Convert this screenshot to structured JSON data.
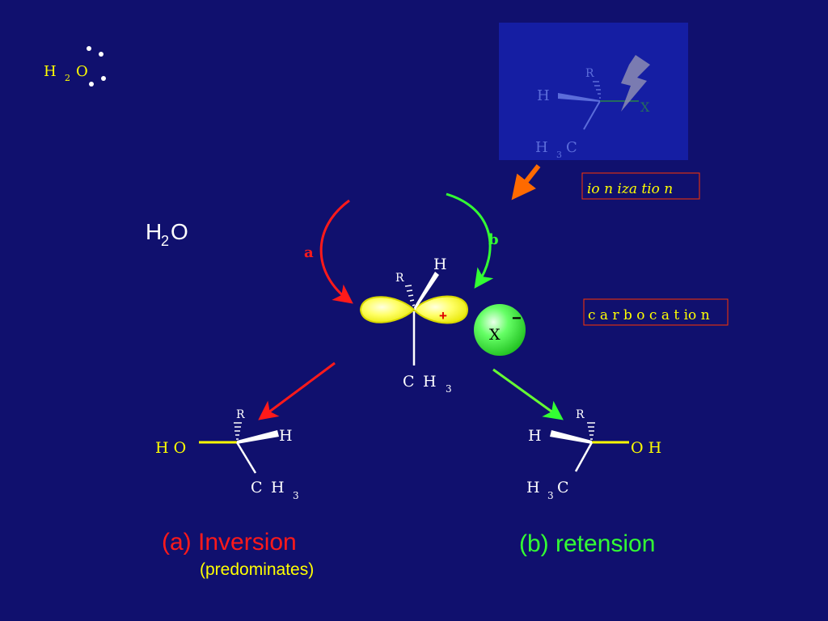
{
  "colors": {
    "background": "#10106e",
    "yellow": "#ffff00",
    "red": "#ff1a1a",
    "green": "#33ff33",
    "orange": "#ff6a00",
    "white": "#ffffff"
  },
  "top_left_water": {
    "h": "H",
    "sub": "2",
    "o": "O"
  },
  "substrate": {
    "r": "R",
    "h": "H",
    "x": "X",
    "h3c_h": "H",
    "h3c_sub": "3",
    "h3c_c": "C"
  },
  "label_ionization": "io n iza tio n",
  "label_carbocation": "c a r b o c a t io n",
  "water_label": {
    "h": "H",
    "sub": "2",
    "o": "O"
  },
  "arrow_a_label": "a",
  "arrow_b_label": "b",
  "carbocation": {
    "r": "R",
    "h": "H",
    "plus": "+",
    "ch3_c": "C",
    "ch3_h": "H",
    "ch3_sub": "3"
  },
  "leaving_group": {
    "x": "X",
    "charge": "−"
  },
  "product_a": {
    "r": "R",
    "h": "H",
    "ho": "H O",
    "ch3_c": "C",
    "ch3_h": "H",
    "ch3_sub": "3"
  },
  "product_b": {
    "r": "R",
    "h": "H",
    "oh": "O H",
    "h3c_h": "H",
    "h3c_sub": "3",
    "h3c_c": "C"
  },
  "caption_a": "(a) Inversion",
  "caption_a_sub": "(predominates)",
  "caption_b": "(b) retension"
}
